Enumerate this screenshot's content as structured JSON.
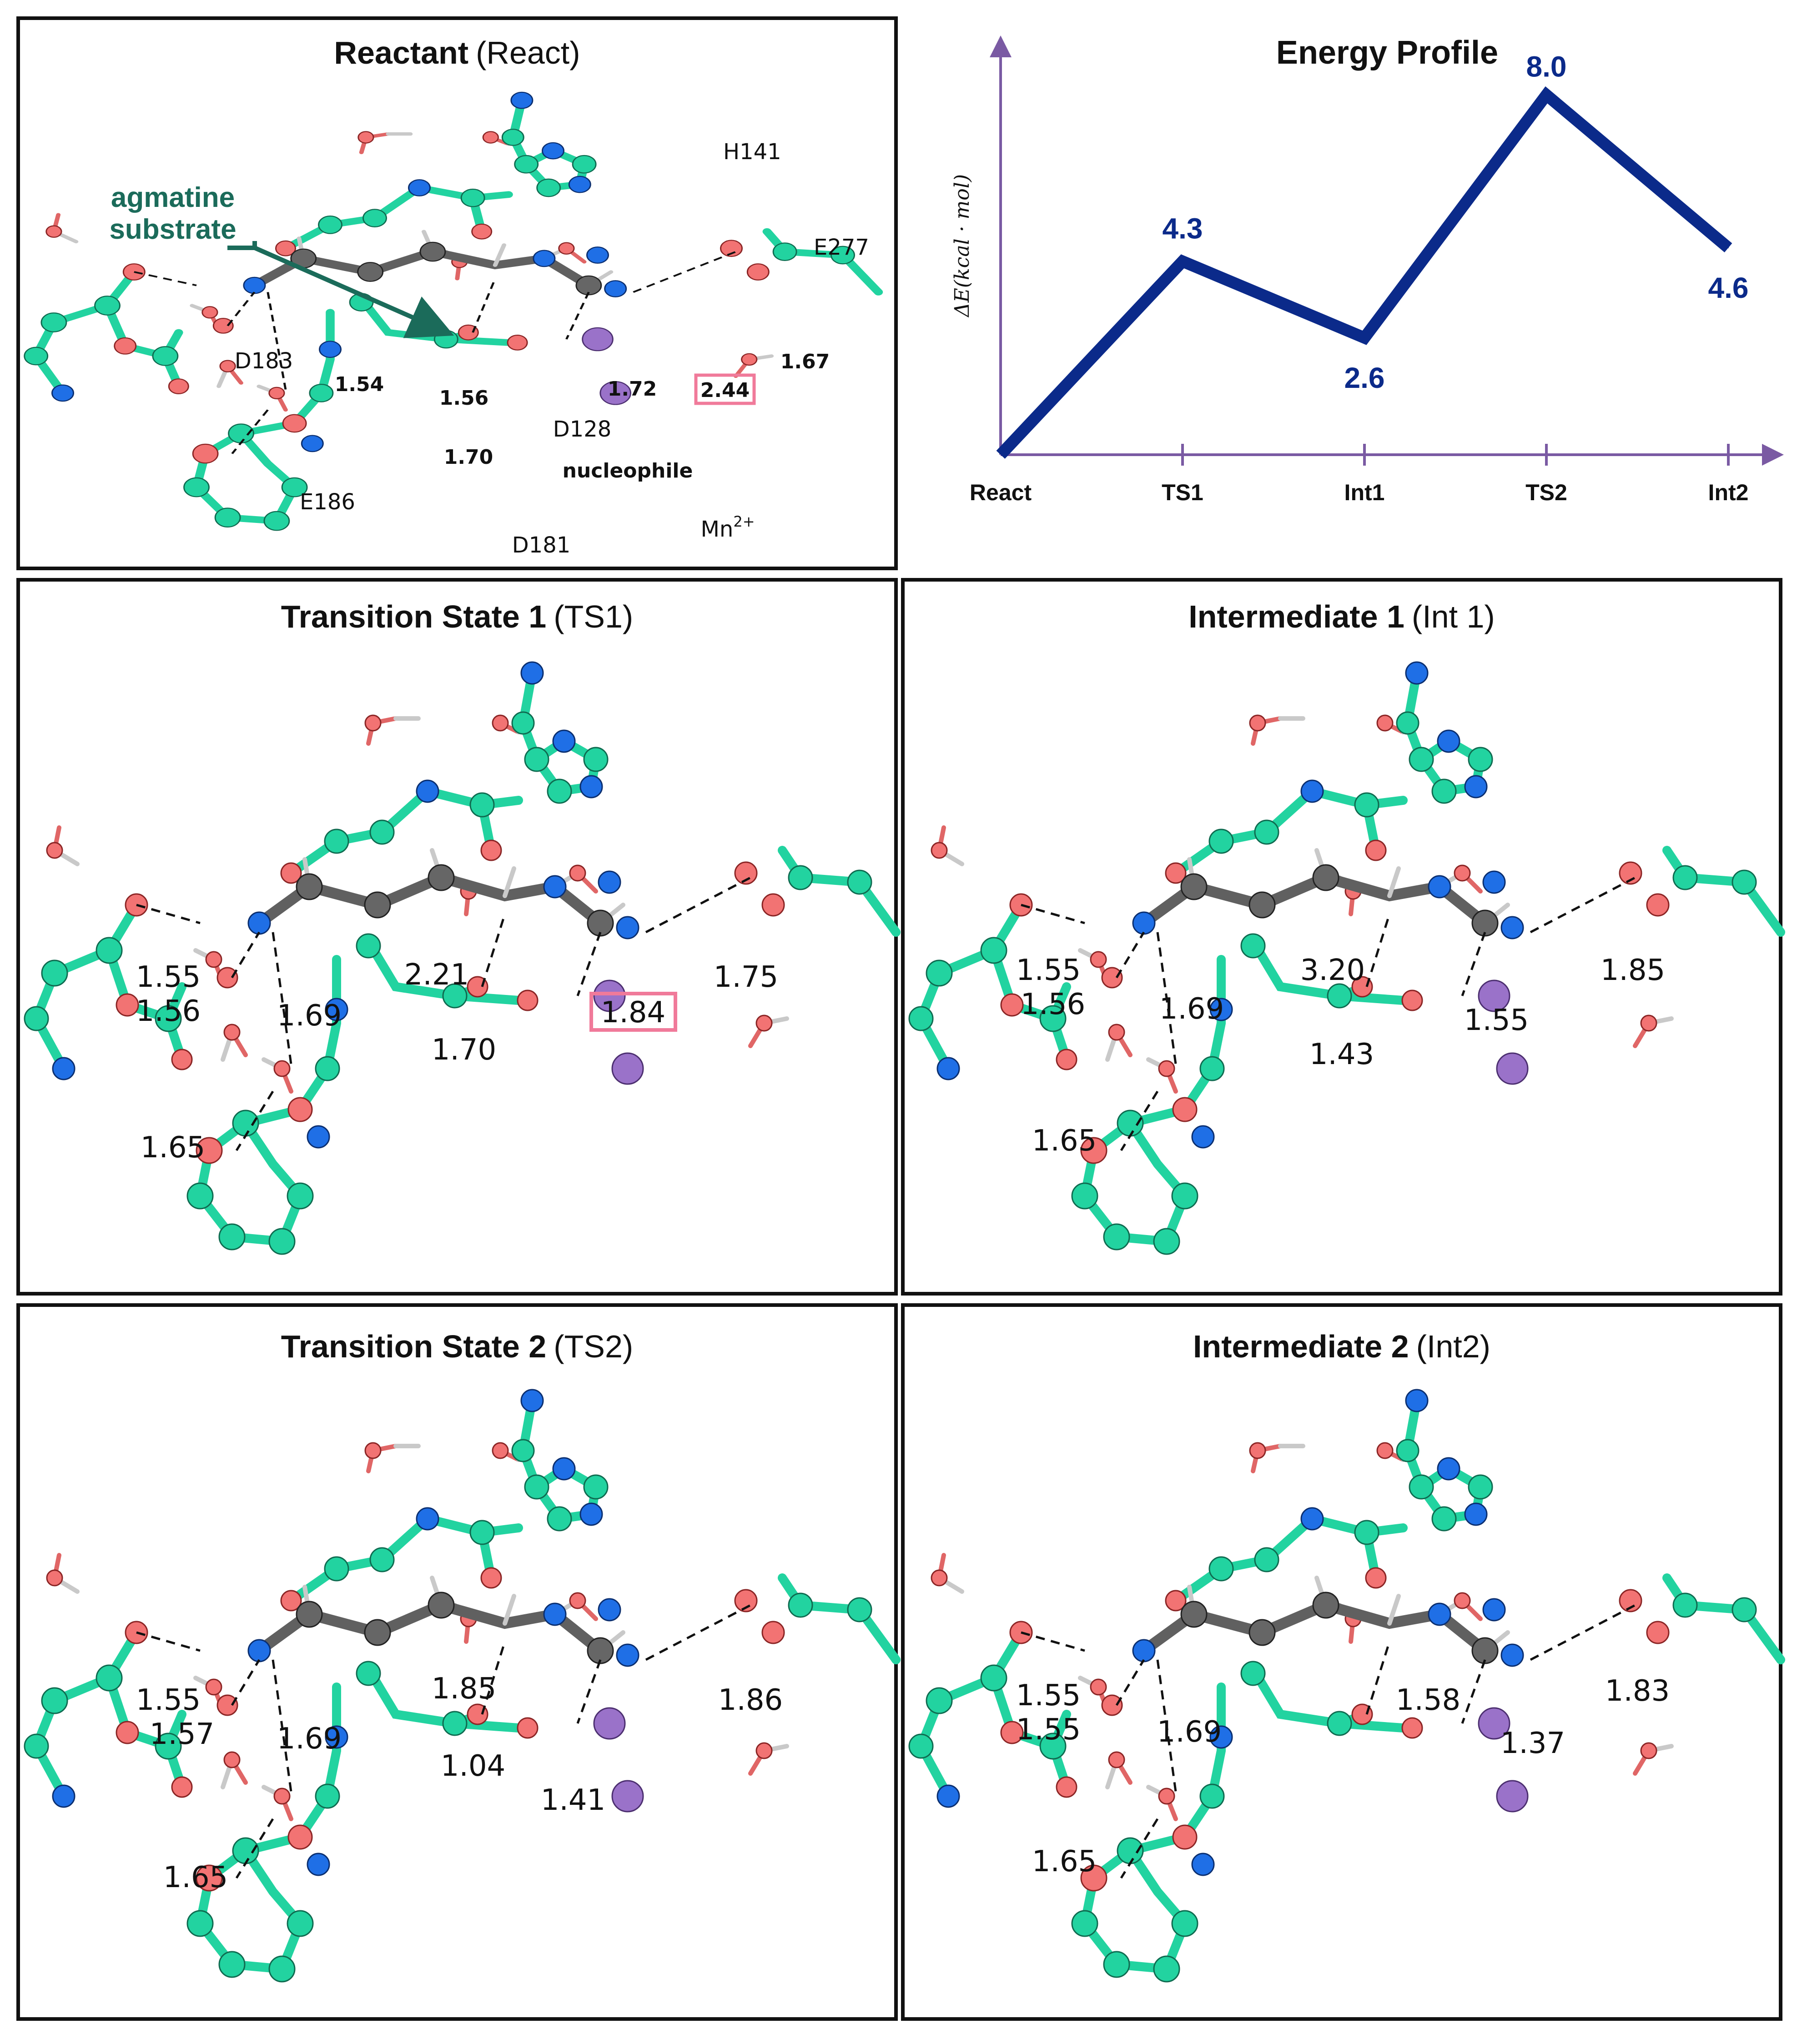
{
  "panels": {
    "react": {
      "title_bold": "Reactant",
      "title_reg": "(React)",
      "residues": [
        "H141",
        "E277",
        "D183",
        "D128",
        "E186",
        "D181"
      ],
      "substrate_label": [
        "agmatine",
        "substrate"
      ],
      "nucleophile": "nucleophile",
      "metal": "Mn",
      "metal_charge": "2+",
      "distances": [
        "1.54",
        "1.56",
        "1.70",
        "1.72",
        "2.44",
        "1.67"
      ]
    },
    "ts1": {
      "title_bold": "Transition State 1",
      "title_reg": "(TS1)",
      "distances": [
        "1.55",
        "1.56",
        "1.69",
        "2.21",
        "1.70",
        "1.84",
        "1.75",
        "1.65"
      ]
    },
    "int1": {
      "title_bold": "Intermediate 1",
      "title_reg": "(Int 1)",
      "distances": [
        "1.55",
        "1.56",
        "1.69",
        "3.20",
        "1.43",
        "1.55",
        "1.85",
        "1.65"
      ]
    },
    "ts2": {
      "title_bold": "Transition  State 2",
      "title_reg": "(TS2)",
      "distances": [
        "1.55",
        "1.57",
        "1.69",
        "1.85",
        "1.04",
        "1.41",
        "1.86",
        "1.65"
      ]
    },
    "int2": {
      "title_bold": "Intermediate 2",
      "title_reg": "(Int2)",
      "distances": [
        "1.55",
        "1.55",
        "1.69",
        "1.58",
        "1.37",
        "1.83",
        "1.65"
      ]
    }
  },
  "chart_data": {
    "type": "line",
    "title": "Energy Profile",
    "ylabel": "ΔE(kcal · mol)",
    "categories": [
      "React",
      "TS1",
      "Int1",
      "TS2",
      "Int2"
    ],
    "values": [
      0.0,
      4.3,
      2.6,
      8.0,
      4.6
    ],
    "value_labels": [
      "4.3",
      "2.6",
      "8.0",
      "4.6"
    ],
    "ylim": [
      0,
      9.2
    ],
    "line_color": "#0b2a8a",
    "axis_color": "#7a5aa3"
  },
  "colors": {
    "carbon": "#22d3a0",
    "oxygen": "#f27373",
    "nitrogen": "#1f6fe6",
    "substrate": "#666666",
    "manganese": "#9a72c9",
    "highlight_box": "#f07a9a",
    "substrate_label": "#1b6b5a"
  }
}
